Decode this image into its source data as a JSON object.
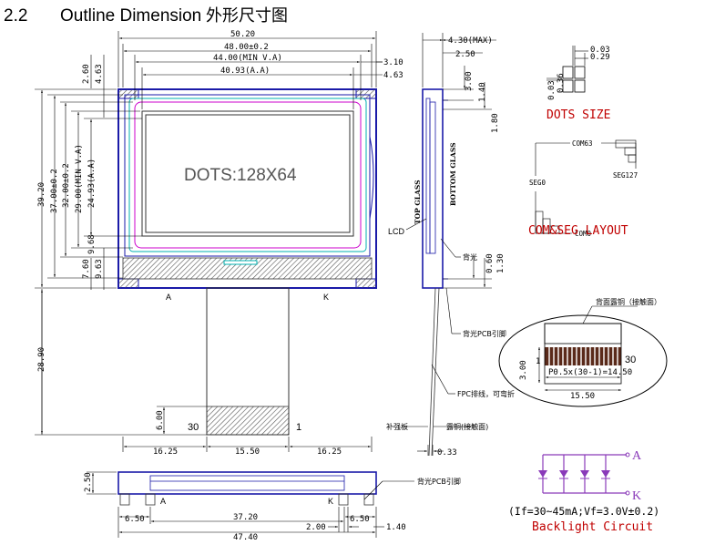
{
  "header": {
    "number": "2.2",
    "title": "Outline Dimension",
    "title_cn": "外形尺寸图"
  },
  "front_view": {
    "dots_text": "DOTS:128X64",
    "top_dims": {
      "overall": "50.20",
      "outline": "48.00±0.2",
      "view_area": "44.00(MIN V.A)",
      "active_area": "40.93(A.A)",
      "va_offset": "3.10",
      "aa_offset": "4.63"
    },
    "left_dims": {
      "overall": "39.20",
      "outline": "37.00±0.2",
      "inner": "32.00±0.2",
      "view_area": "29.00(MIN V.A)",
      "active_area": "24.93(A.A)",
      "top_a": "2.60",
      "top_b": "4.63",
      "bot_a": "7.60",
      "bot_b": "9.63",
      "bot_c": "9.68"
    },
    "fpc_length": "28.90",
    "fpc_pin_width": "6.00",
    "pin_30": "30",
    "pin_1": "1",
    "label_a": "A",
    "label_k": "K",
    "bottom_dims": {
      "left": "16.25",
      "center": "15.50",
      "right": "16.25"
    }
  },
  "side_view": {
    "max_thickness": "4.30(MAX)",
    "d_250": "2.50",
    "d_300": "3.00",
    "d_140": "1.40",
    "d_180": "1.80",
    "d_060": "0.60",
    "d_130": "1.30",
    "d_033": "0.33",
    "top_glass": "TOP GLASS",
    "bottom_glass": "BOTTOM GLASS",
    "lcd": "LCD",
    "backlight_cn": "背光",
    "backlight_pcb_pin_cn": "背光PCB引脚",
    "fpc_bendable_cn": "FPC排线，可弯折",
    "stiffener_cn": "补强板",
    "exposed_copper_cn": "露铜(接触面)"
  },
  "fpc_detail": {
    "back_copper_cn": "背面露铜（接触面）",
    "pin_1": "1",
    "pin_30": "30",
    "pitch": "P0.5x(30-1)=14.50",
    "width": "15.50",
    "height": "3.00"
  },
  "dots_size": {
    "d1": "0.03",
    "d2": "0.29",
    "d3": "0.03",
    "d4": "0.36",
    "title": "DOTS SIZE"
  },
  "com_seg": {
    "com63": "COM63",
    "seg0": "SEG0",
    "seg127": "SEG127",
    "com0": "COM0",
    "title": "COM&SEG LAYOUT"
  },
  "bottom_view": {
    "height": "2.50",
    "d_650_left": "6.50",
    "d_3720": "37.20",
    "d_200": "2.00",
    "d_650_right": "6.50",
    "d_4740": "47.40",
    "d_140": "1.40",
    "label_a": "A",
    "label_k": "K",
    "pcb_pin_cn": "背光PCB引脚"
  },
  "backlight": {
    "anode": "A",
    "cathode": "K",
    "spec": "(If=30~45mA;Vf=3.0V±0.2)",
    "title": "Backlight Circuit"
  },
  "colors": {
    "frame_blue": "#1a1aa8",
    "view_area_magenta": "#cc00cc",
    "cyan": "#00b0b0",
    "red_text": "#c00000",
    "circuit_purple": "#8a3ab9"
  }
}
